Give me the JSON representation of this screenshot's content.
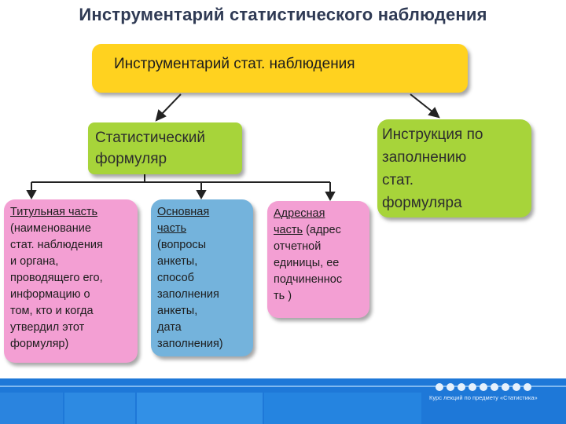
{
  "title": "Инструментарий статистического наблюдения",
  "root": {
    "label": "Инструментарий стат. наблюдения"
  },
  "formular": {
    "lines": [
      "Статистический",
      "формуляр"
    ]
  },
  "instruction": {
    "lines": [
      "Инструкция по",
      "заполнению",
      "стат.",
      "формуляра"
    ]
  },
  "title_part": {
    "heading": "Титульная часть",
    "lines": [
      "(наименование",
      "стат. наблюдения",
      "и органа,",
      "проводящего его,",
      "информацию о",
      "том, кто и когда",
      "утвердил этот",
      "формуляр)"
    ]
  },
  "main_part": {
    "heading_lines": [
      "Основная",
      "часть"
    ],
    "lines": [
      "(вопросы",
      "анкеты,",
      "способ",
      "заполнения",
      "анкеты,",
      "дата",
      "заполнения)"
    ]
  },
  "address_part": {
    "heading_lines": [
      "Адресная",
      "часть"
    ],
    "tail": " (адрес",
    "lines": [
      "отчетной",
      "единицы, ее",
      "подчиненнос",
      "ть )"
    ]
  },
  "footer": {
    "caption": "Курс лекций по предмету «Статистика»",
    "dot_count": 9
  },
  "colors": {
    "root": "#ffd21f",
    "green": "#a7d43a",
    "pink": "#f39fd3",
    "blue": "#74b3dc",
    "footer": "#1e78d8"
  }
}
